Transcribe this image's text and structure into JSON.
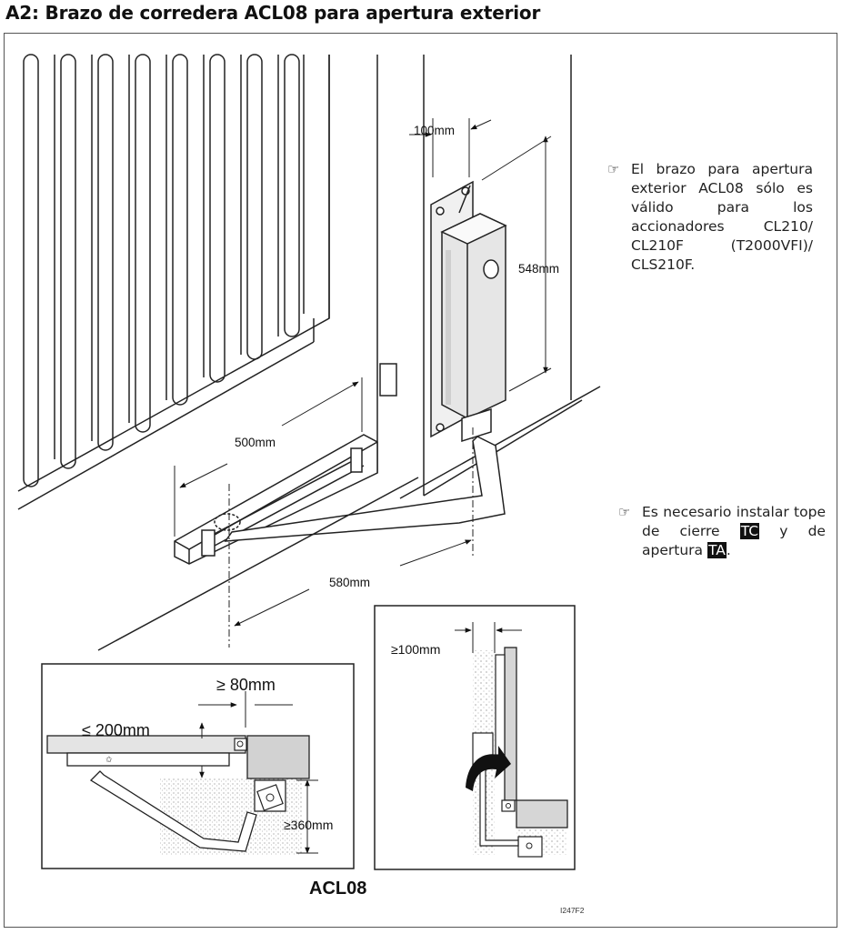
{
  "title": "A2: Brazo de corredera ACL08 para apertura exterior",
  "dimensions": {
    "mount_offset": "100mm",
    "operator_height": "548mm",
    "arm_length": "500mm",
    "axis_distance": "580mm",
    "max_gap": "≤ 200mm",
    "min_offset": "≥ 80mm",
    "min_depth": "≥360mm",
    "min_clearance": "≥100mm"
  },
  "notes": {
    "note1": {
      "line1": "El brazo para apertura",
      "line2": "exterior ACL08 sólo es",
      "line3": "válido para los",
      "line4": "accionadores CL210/",
      "line5": "CL210F (T2000VFI)/",
      "line6": "CLS210F."
    },
    "note2": {
      "line1": "Es necesario instalar tope",
      "line2a": "de cierre",
      "tag_tc": "TC",
      "line2b": "y de",
      "line3a": "apertura",
      "tag_ta": "TA",
      "line3b": "."
    }
  },
  "model_label": "ACL08",
  "figure_code": "I247F2",
  "icons": {
    "pointer": "pointing-hand-icon",
    "arrow": "curved-arrow-icon"
  }
}
